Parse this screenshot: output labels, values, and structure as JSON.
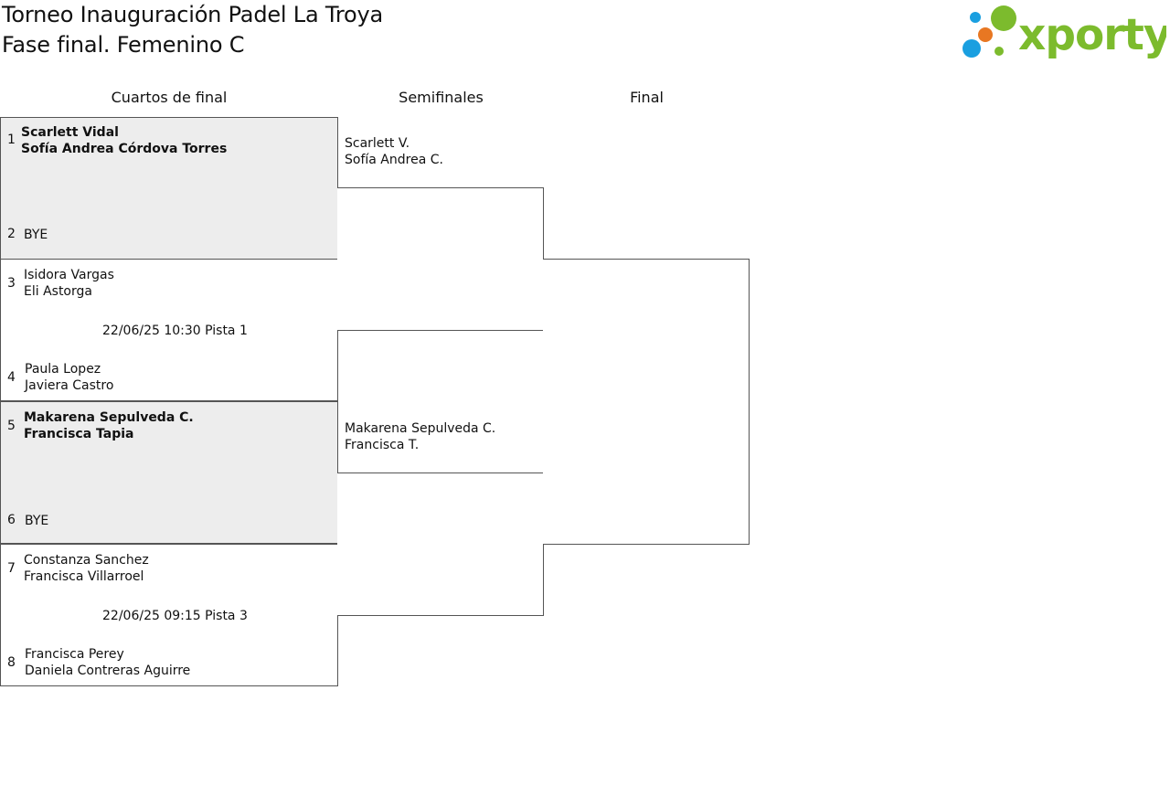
{
  "header": {
    "title": "Torneo Inauguración Padel La Troya",
    "subtitle": "Fase final. Femenino C"
  },
  "logo": {
    "text": "xporty",
    "colors": {
      "green": "#7cbb2d",
      "orange": "#e87722",
      "blue": "#1a9fe0"
    }
  },
  "rounds": [
    "Cuartos de final",
    "Semifinales",
    "Final"
  ],
  "quarterfinals": [
    {
      "top": {
        "seed": "1",
        "players": [
          "Scarlett Vidal",
          "Sofía Andrea Córdova Torres"
        ]
      },
      "bottom": {
        "seed": "2",
        "players": [
          "BYE"
        ]
      },
      "schedule": ""
    },
    {
      "top": {
        "seed": "3",
        "players": [
          "Isidora Vargas",
          "Eli Astorga"
        ]
      },
      "bottom": {
        "seed": "4",
        "players": [
          "Paula Lopez",
          "Javiera Castro"
        ]
      },
      "schedule": "22/06/25 10:30 Pista 1"
    },
    {
      "top": {
        "seed": "5",
        "players": [
          "Makarena Sepulveda C.",
          "Francisca Tapia"
        ]
      },
      "bottom": {
        "seed": "6",
        "players": [
          "BYE"
        ]
      },
      "schedule": ""
    },
    {
      "top": {
        "seed": "7",
        "players": [
          "Constanza Sanchez",
          "Francisca Villarroel"
        ]
      },
      "bottom": {
        "seed": "8",
        "players": [
          "Francisca Perey",
          "Daniela Contreras Aguirre"
        ]
      },
      "schedule": "22/06/25 09:15 Pista 3"
    }
  ],
  "semifinals": [
    {
      "players": [
        "Scarlett V.",
        "Sofía Andrea C."
      ]
    },
    {
      "players": [
        "Makarena Sepulveda C.",
        "Francisca T."
      ]
    }
  ]
}
